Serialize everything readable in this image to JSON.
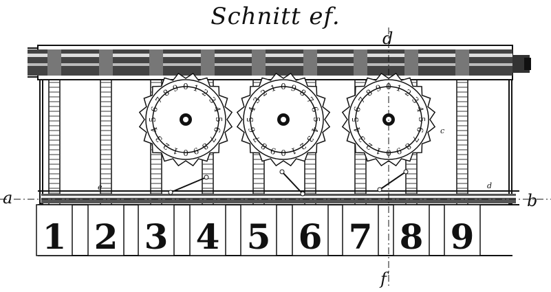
{
  "title": "Schnitt ef.",
  "section_labels": {
    "a": "a",
    "b": "b",
    "d": "d",
    "f": "f"
  },
  "keys": [
    "1",
    "2",
    "3",
    "4",
    "5",
    "6",
    "7",
    "8",
    "9"
  ],
  "number_wheels": [
    {
      "digits": [
        "0",
        "1",
        "2",
        "3",
        "4",
        "5",
        "6",
        "7",
        "8",
        "9"
      ]
    },
    {
      "digits": [
        "0",
        "9",
        "8",
        "7",
        "6",
        "5",
        "4",
        "3",
        "2",
        "1"
      ]
    },
    {
      "digits": [
        "0",
        "1",
        "2",
        "3",
        "4",
        "5",
        "6",
        "7",
        "8",
        "9"
      ]
    }
  ],
  "small_marks": {
    "e_left": "e",
    "c_mid": "c",
    "d_right": "d"
  },
  "ink_color": "#111111"
}
